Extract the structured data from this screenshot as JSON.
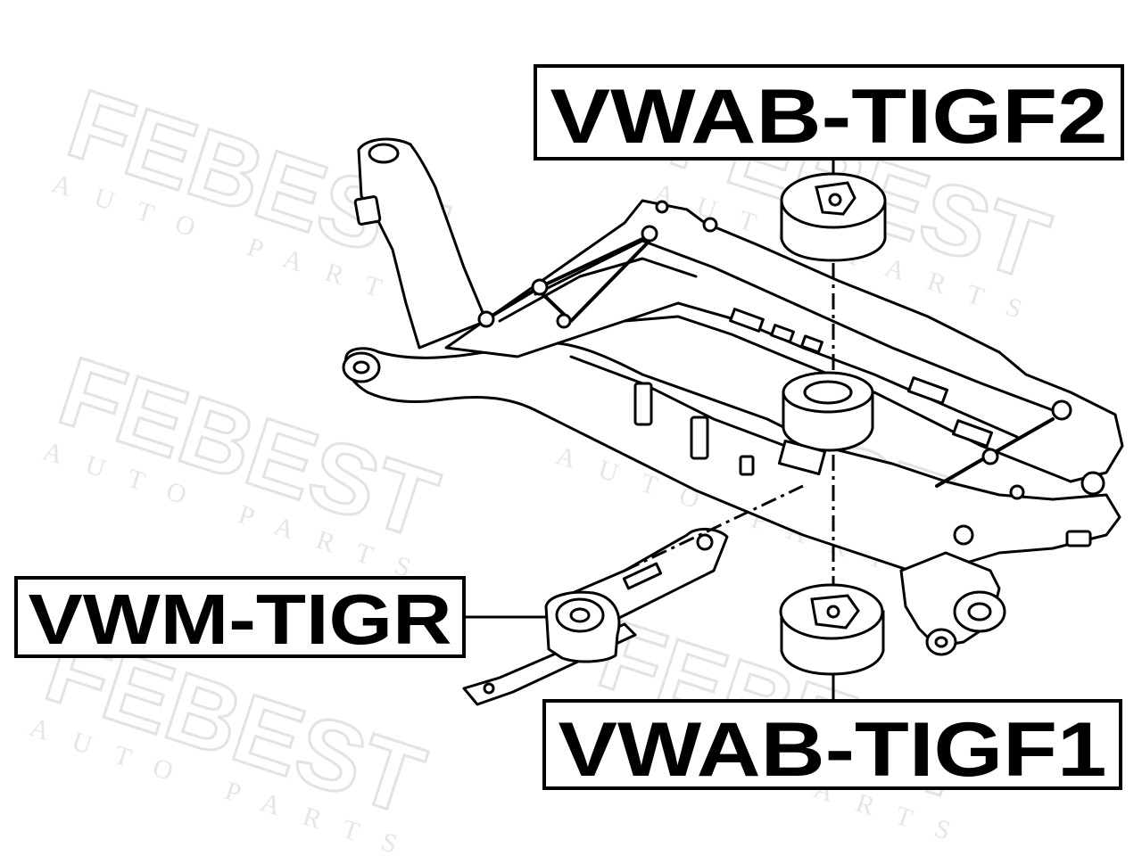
{
  "watermark": {
    "brand": "FEBEST",
    "subtitle": "AUTO PARTS"
  },
  "labels": {
    "top_right": "VWAB-TIGF2",
    "left": "VWM-TIGR",
    "bottom_right": "VWAB-TIGF1"
  },
  "colors": {
    "line": "#000000",
    "watermark": "#e2e2e2",
    "background": "#ffffff"
  }
}
